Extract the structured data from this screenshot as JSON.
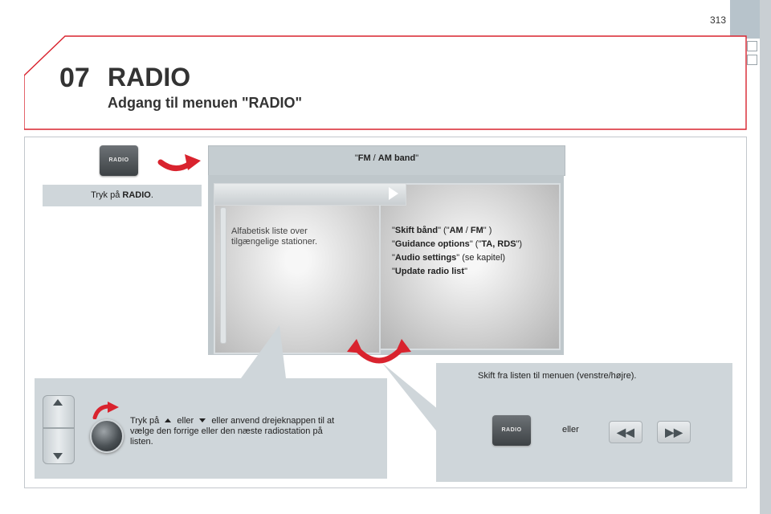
{
  "page_number": "313",
  "chapter": {
    "number": "07",
    "title": "RADIO",
    "section": "Adgang til menuen \"RADIO\""
  },
  "radio_button_label": "RADIO",
  "press_radio": {
    "prefix": "Tryk på ",
    "bold": "RADIO",
    "suffix": "."
  },
  "screen": {
    "bar_open": "\"",
    "bar_fm": "FM",
    "bar_sep": " / ",
    "bar_am": "AM band",
    "bar_close": "\"",
    "list_text_1": "Alfabetisk liste over",
    "list_text_2": "tilgængelige stationer.",
    "menu": [
      {
        "parts": [
          [
            "\"",
            false
          ],
          [
            "Skift bånd",
            true
          ],
          [
            "\" (\"",
            false
          ],
          [
            "AM",
            true
          ],
          [
            " / ",
            false
          ],
          [
            "FM",
            true
          ],
          [
            "\" )",
            false
          ]
        ]
      },
      {
        "parts": [
          [
            "\"",
            false
          ],
          [
            "Guidance options",
            true
          ],
          [
            "\" (\"",
            false
          ],
          [
            "TA, RDS",
            true
          ],
          [
            "\")",
            false
          ]
        ]
      },
      {
        "parts": [
          [
            "\"",
            false
          ],
          [
            "Audio settings",
            true
          ],
          [
            "\" (se kapitel)",
            false
          ]
        ]
      },
      {
        "parts": [
          [
            "\"",
            false
          ],
          [
            "Update radio list",
            true
          ],
          [
            "\"",
            false
          ]
        ]
      }
    ]
  },
  "knob_text": {
    "prefix": "Tryk på",
    "middle": "eller",
    "rest_1": "eller anvend drejeknappen til at",
    "line_2": "vælge den forrige eller den næste radiostation på",
    "line_3": "listen."
  },
  "switch_text": "Skift fra listen til menuen (venstre/højre).",
  "or_label": "eller",
  "colors": {
    "header_border": "#d9232e",
    "arrow_red": "#d9232e",
    "panel_grey": "#cfd6da"
  }
}
